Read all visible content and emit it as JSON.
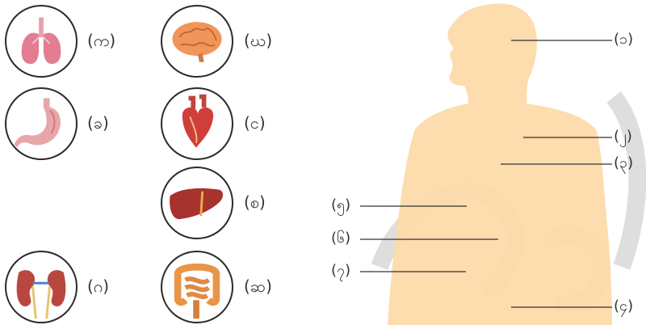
{
  "organs": [
    {
      "name": "lungs",
      "label": "(က)"
    },
    {
      "name": "brain",
      "label": "(ဃ)"
    },
    {
      "name": "stomach",
      "label": "(ခ)"
    },
    {
      "name": "heart",
      "label": "(င)"
    },
    {
      "name": "liver",
      "label": "(စ)"
    },
    {
      "name": "kidneys",
      "label": "(ဂ)"
    },
    {
      "name": "intestines",
      "label": "(ဆ)"
    }
  ],
  "body_labels": [
    "(၁)",
    "(၂)",
    "(၃)",
    "(၄)",
    "(၅)",
    "(၆)",
    "(၇)"
  ],
  "colors": {
    "silhouette": "#fdd9a6",
    "watermark": "#d3d3d3",
    "organ_border": "#2b2b2b",
    "leader_line": "#333333"
  }
}
